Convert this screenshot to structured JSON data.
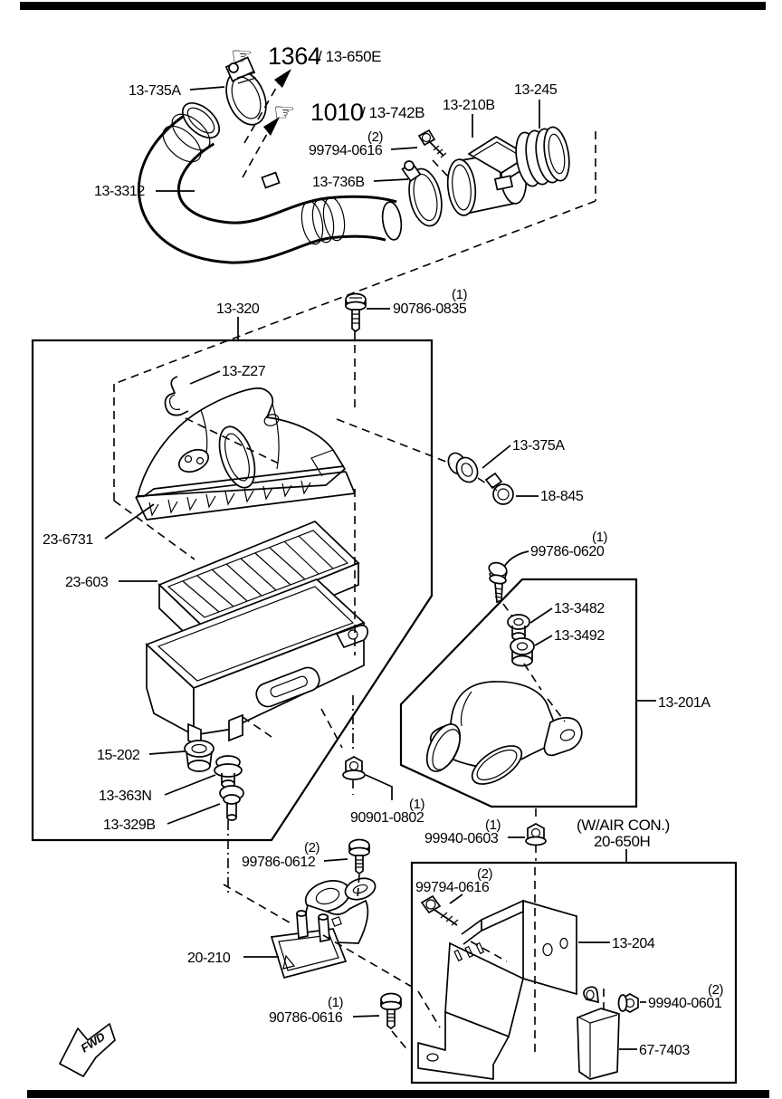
{
  "colors": {
    "ink": "#000000",
    "paper": "#ffffff"
  },
  "refs": {
    "r1364": {
      "code": "1364",
      "suffix": "/ 13-650E"
    },
    "r1010": {
      "code": "1010",
      "suffix": "/ 13-742B"
    }
  },
  "parts": {
    "p13_735A": "13-735A",
    "p13_210B": "13-210B",
    "p13_245": "13-245",
    "p13_736B": "13-736B",
    "p13_3312": "13-3312",
    "p13_320": "13-320",
    "p13_Z27": "13-Z27",
    "p13_375A": "13-375A",
    "p18_845": "18-845",
    "p23_6731": "23-6731",
    "p23_603": "23-603",
    "p13_3482": "13-3482",
    "p13_3492": "13-3492",
    "p13_201A": "13-201A",
    "p15_202": "15-202",
    "p13_363N": "13-363N",
    "p13_329B": "13-329B",
    "p20_210": "20-210",
    "p20_650H": "20-650H",
    "p13_204": "13-204",
    "p67_7403": "67-7403"
  },
  "fasteners": {
    "f99794_0616_top": {
      "qty": "(2)",
      "num": "99794-0616"
    },
    "f90786_0835": {
      "qty": "(1)",
      "num": "90786-0835"
    },
    "f99786_0620": {
      "qty": "(1)",
      "num": "99786-0620"
    },
    "f90901_0802": {
      "qty": "(1)",
      "num": "90901-0802"
    },
    "f99940_0603": {
      "qty": "(1)",
      "num": "99940-0603"
    },
    "f99786_0612": {
      "qty": "(2)",
      "num": "99786-0612"
    },
    "f90786_0616": {
      "qty": "(1)",
      "num": "90786-0616"
    },
    "f99794_0616_box": {
      "qty": "(2)",
      "num": "99794-0616"
    },
    "f99940_0601": {
      "qty": "(2)",
      "num": "99940-0601"
    }
  },
  "notes": {
    "aircon": "(W/AIR CON.)",
    "fwd": "FWD"
  },
  "icons": {
    "pointing_hand": "☞"
  }
}
